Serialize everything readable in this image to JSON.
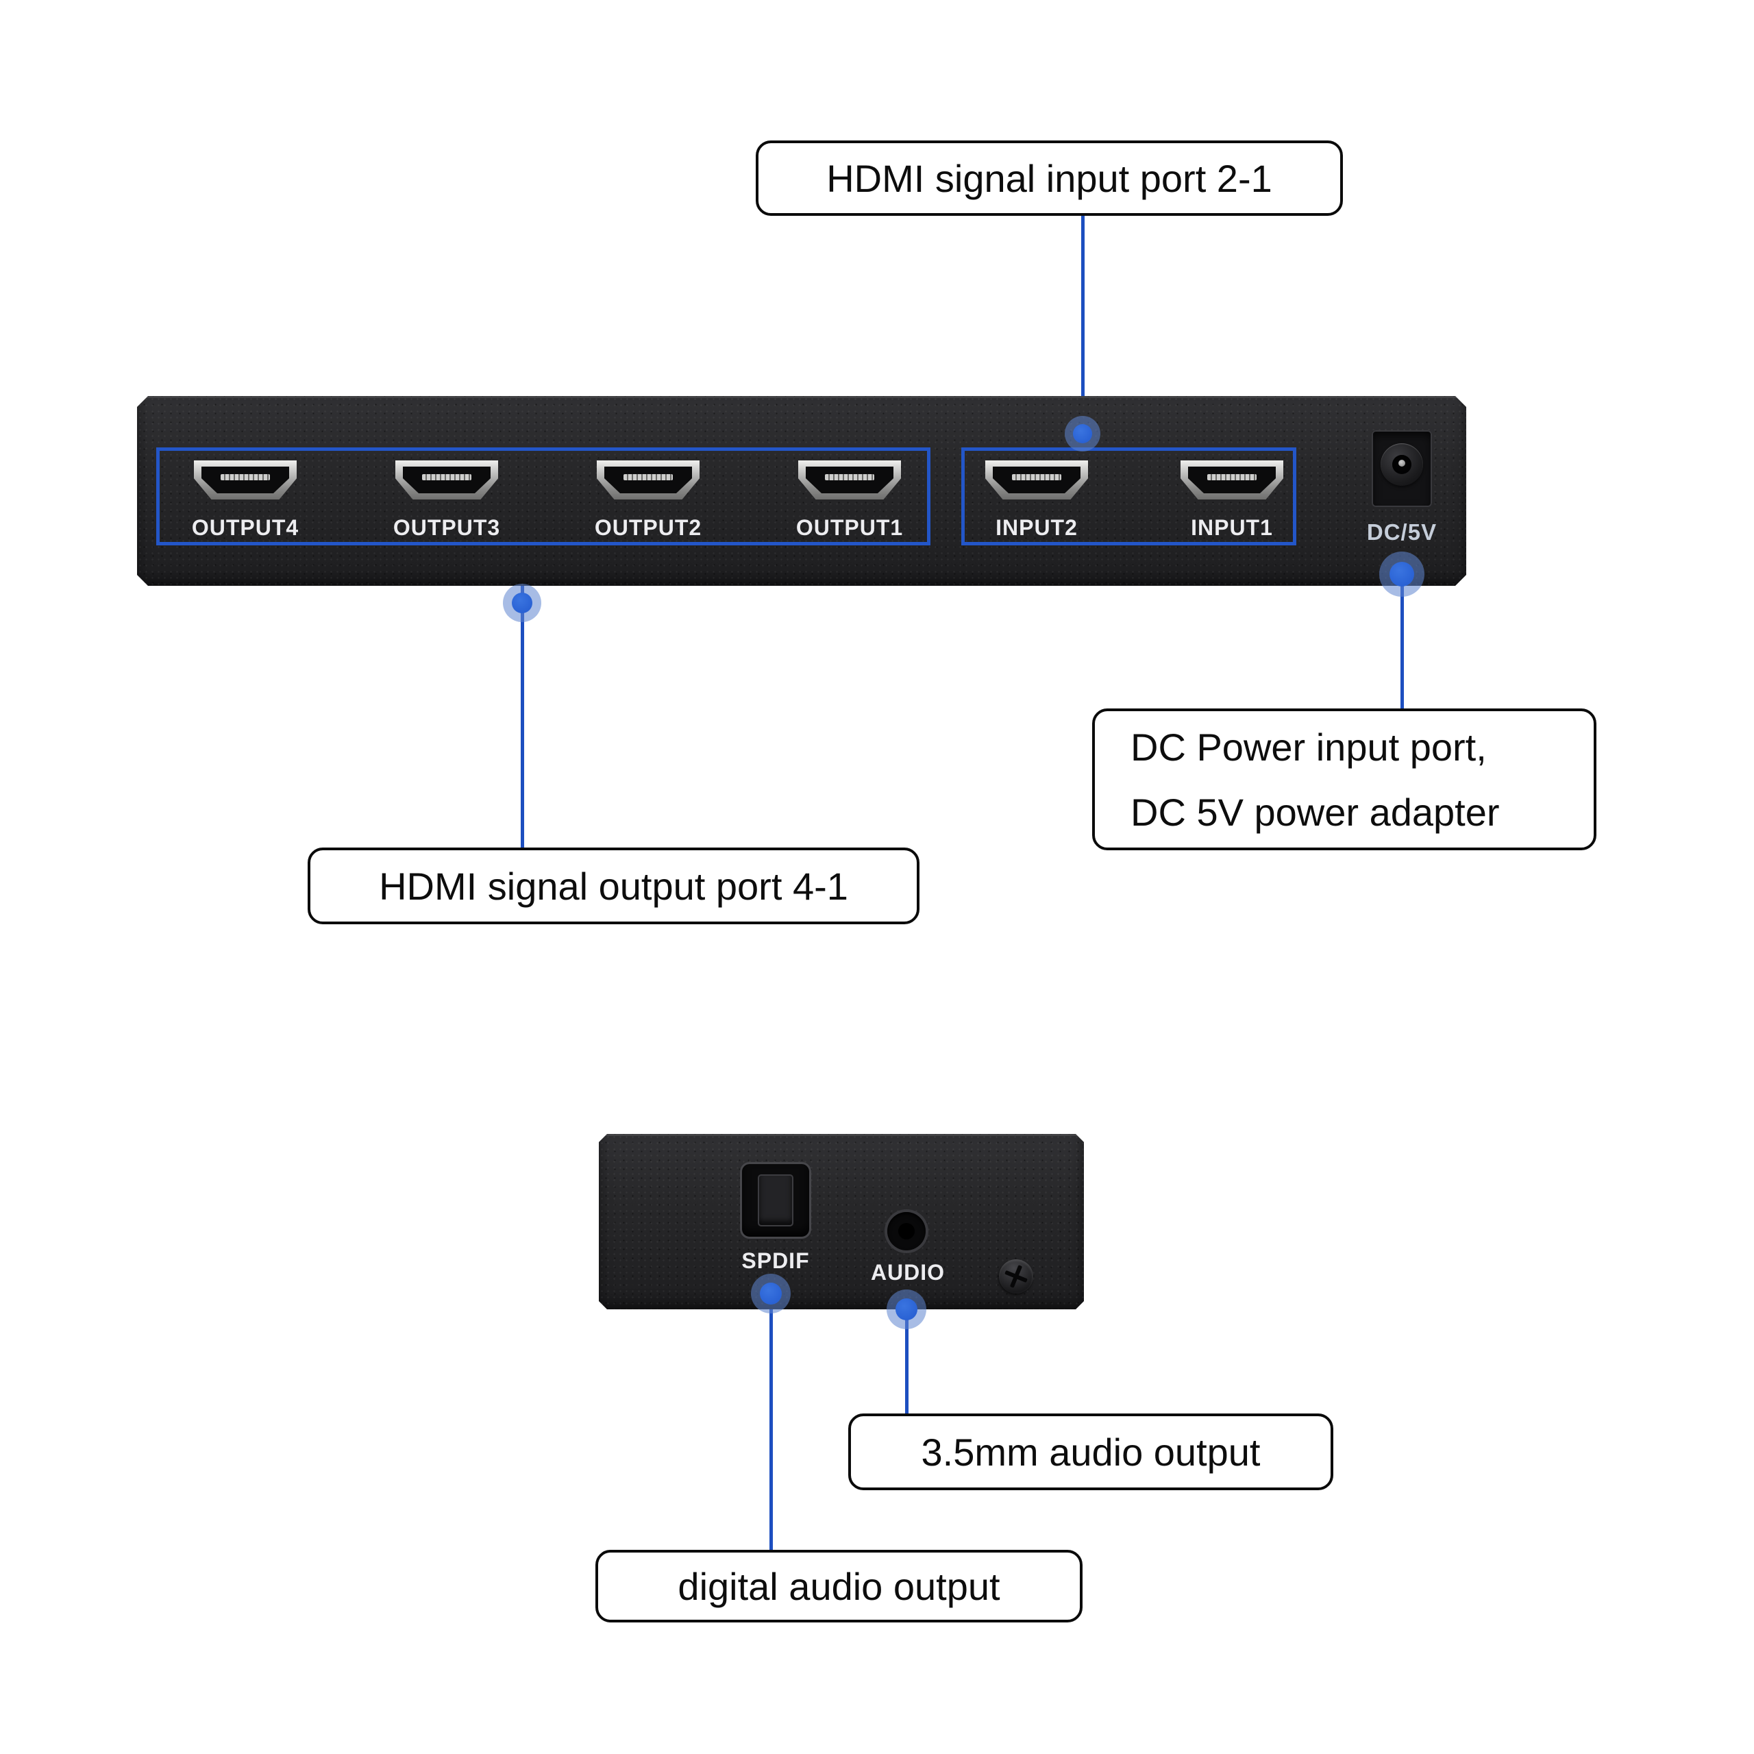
{
  "diagram": {
    "rear_panel": {
      "output_ports": [
        "OUTPUT4",
        "OUTPUT3",
        "OUTPUT2",
        "OUTPUT1"
      ],
      "input_ports": [
        "INPUT2",
        "INPUT1"
      ],
      "dc_label": "DC/5V"
    },
    "audio_panel": {
      "spdif_label": "SPDIF",
      "audio_label": "AUDIO"
    },
    "callouts": {
      "hdmi_input": "HDMI signal input port 2-1",
      "hdmi_output": "HDMI signal output port 4-1",
      "dc_power_line1": "DC Power input port,",
      "dc_power_line2": "DC 5V power adapter",
      "audio_35mm": "3.5mm audio output",
      "digital_audio": "digital audio output"
    },
    "colors": {
      "callout_line_blue": "#1d4fc0",
      "dot_core_blue": "#2a62d4",
      "dot_halo_blue": "rgba(95,133,208,0.55)",
      "group_box_blue": "#2356c8",
      "port_label_white": "#ededf0",
      "dc_label_silver": "#c5cdd9"
    }
  }
}
